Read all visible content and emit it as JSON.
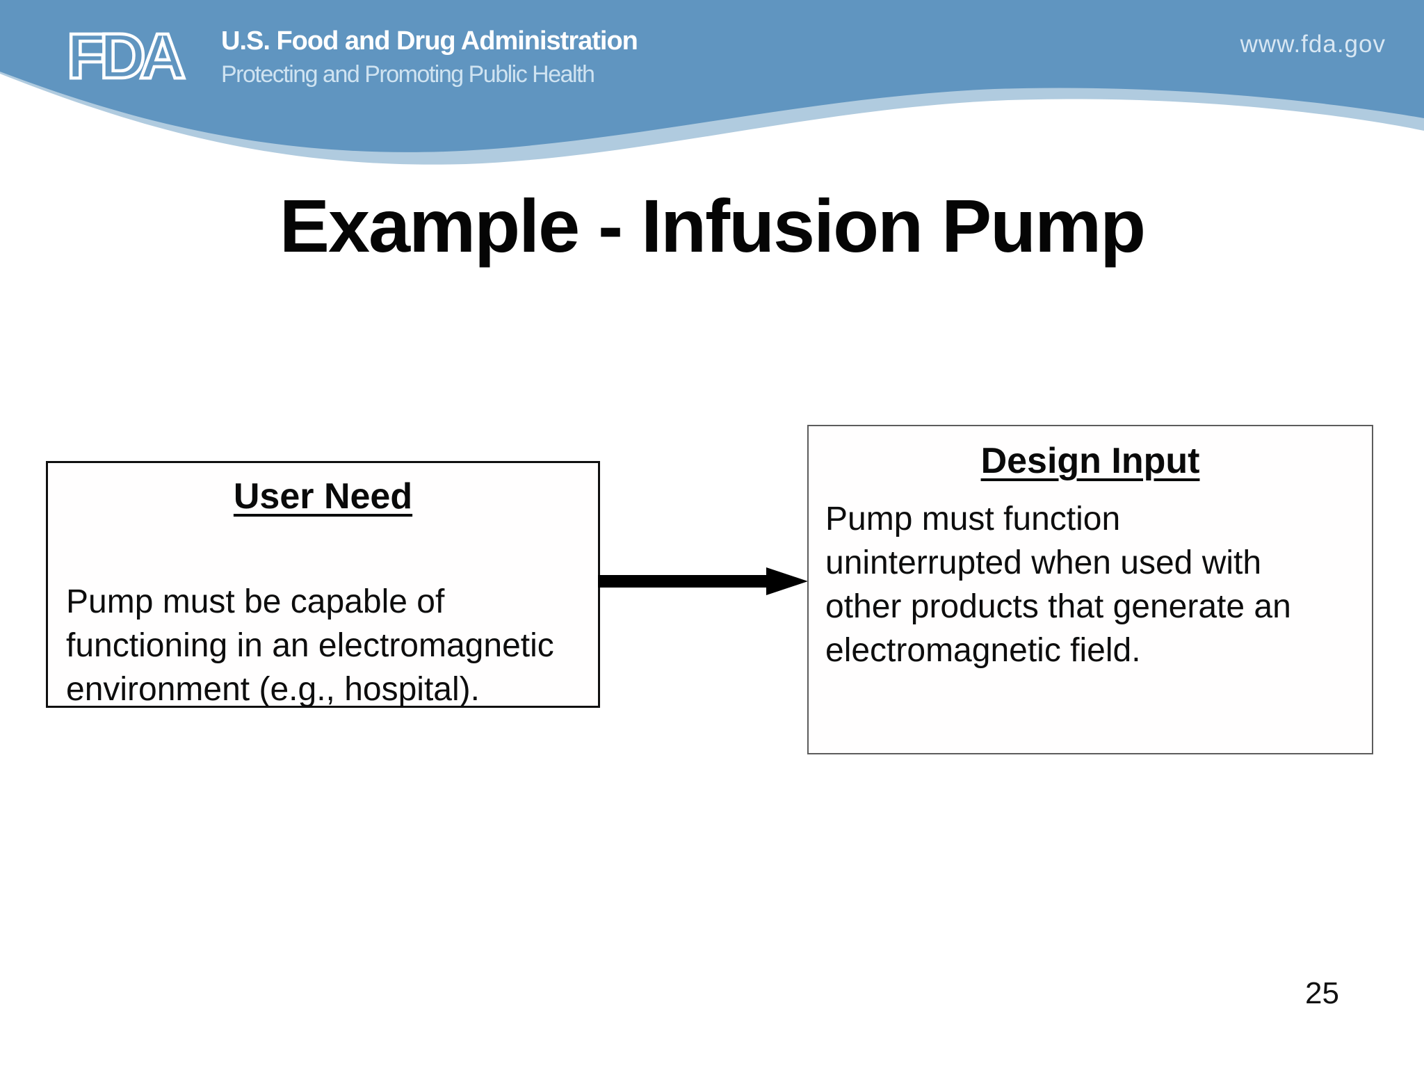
{
  "header": {
    "logo_text": "FDA",
    "org_name": "U.S. Food and Drug Administration",
    "tagline": "Protecting and Promoting Public Health",
    "website": "www.fda.gov",
    "colors": {
      "banner_blue": "#6095c0",
      "wave_light_blue": "#b0cbdf",
      "org_name_text": "#ffffff",
      "tagline_text": "#cfe3f1",
      "website_text": "#d8e7f3"
    }
  },
  "slide": {
    "title": "Example - Infusion Pump",
    "page_number": "25",
    "diagram": {
      "boxes": [
        {
          "id": "user-need",
          "heading": "User Need",
          "body": "Pump must be capable of\nfunctioning in an electromagnetic\nenvironment (e.g., hospital)."
        },
        {
          "id": "design-input",
          "heading": "Design Input",
          "body": "Pump must function\nuninterrupted when used with\nother products that generate an\nelectromagnetic field."
        }
      ],
      "connector": {
        "type": "arrow",
        "direction": "right",
        "from": "user-need",
        "to": "design-input",
        "color": "#000000"
      }
    }
  }
}
